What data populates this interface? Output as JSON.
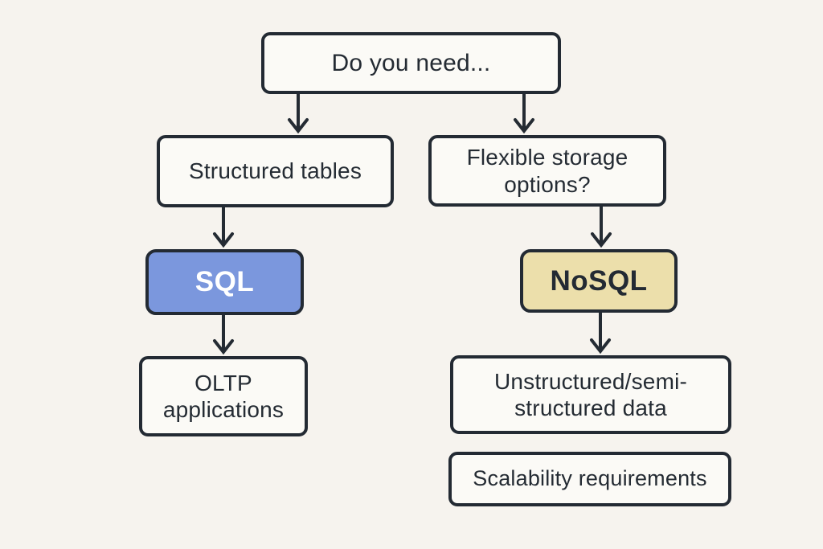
{
  "diagram": {
    "title": "Do you need... SQL vs NoSQL decision flowchart",
    "colors": {
      "background": "#f6f3ee",
      "node_fill": "#fbfaf6",
      "border": "#232a33",
      "text": "#242b33",
      "sql_fill": "#7b97dd",
      "sql_text": "#ffffff",
      "nosql_fill": "#ecdfab"
    },
    "nodes": {
      "root": {
        "label": "Do you need..."
      },
      "structured": {
        "label": "Structured tables"
      },
      "flexible": {
        "label": "Flexible storage options?"
      },
      "sql": {
        "label": "SQL"
      },
      "nosql": {
        "label": "NoSQL"
      },
      "oltp": {
        "label": "OLTP applications"
      },
      "unstructured": {
        "label": "Unstructured/semi-structured data"
      },
      "scalability": {
        "label": "Scalability requirements"
      }
    },
    "edges": [
      {
        "from": "root",
        "to": "structured"
      },
      {
        "from": "root",
        "to": "flexible"
      },
      {
        "from": "structured",
        "to": "sql"
      },
      {
        "from": "flexible",
        "to": "nosql"
      },
      {
        "from": "sql",
        "to": "oltp"
      },
      {
        "from": "nosql",
        "to": "unstructured"
      }
    ]
  }
}
